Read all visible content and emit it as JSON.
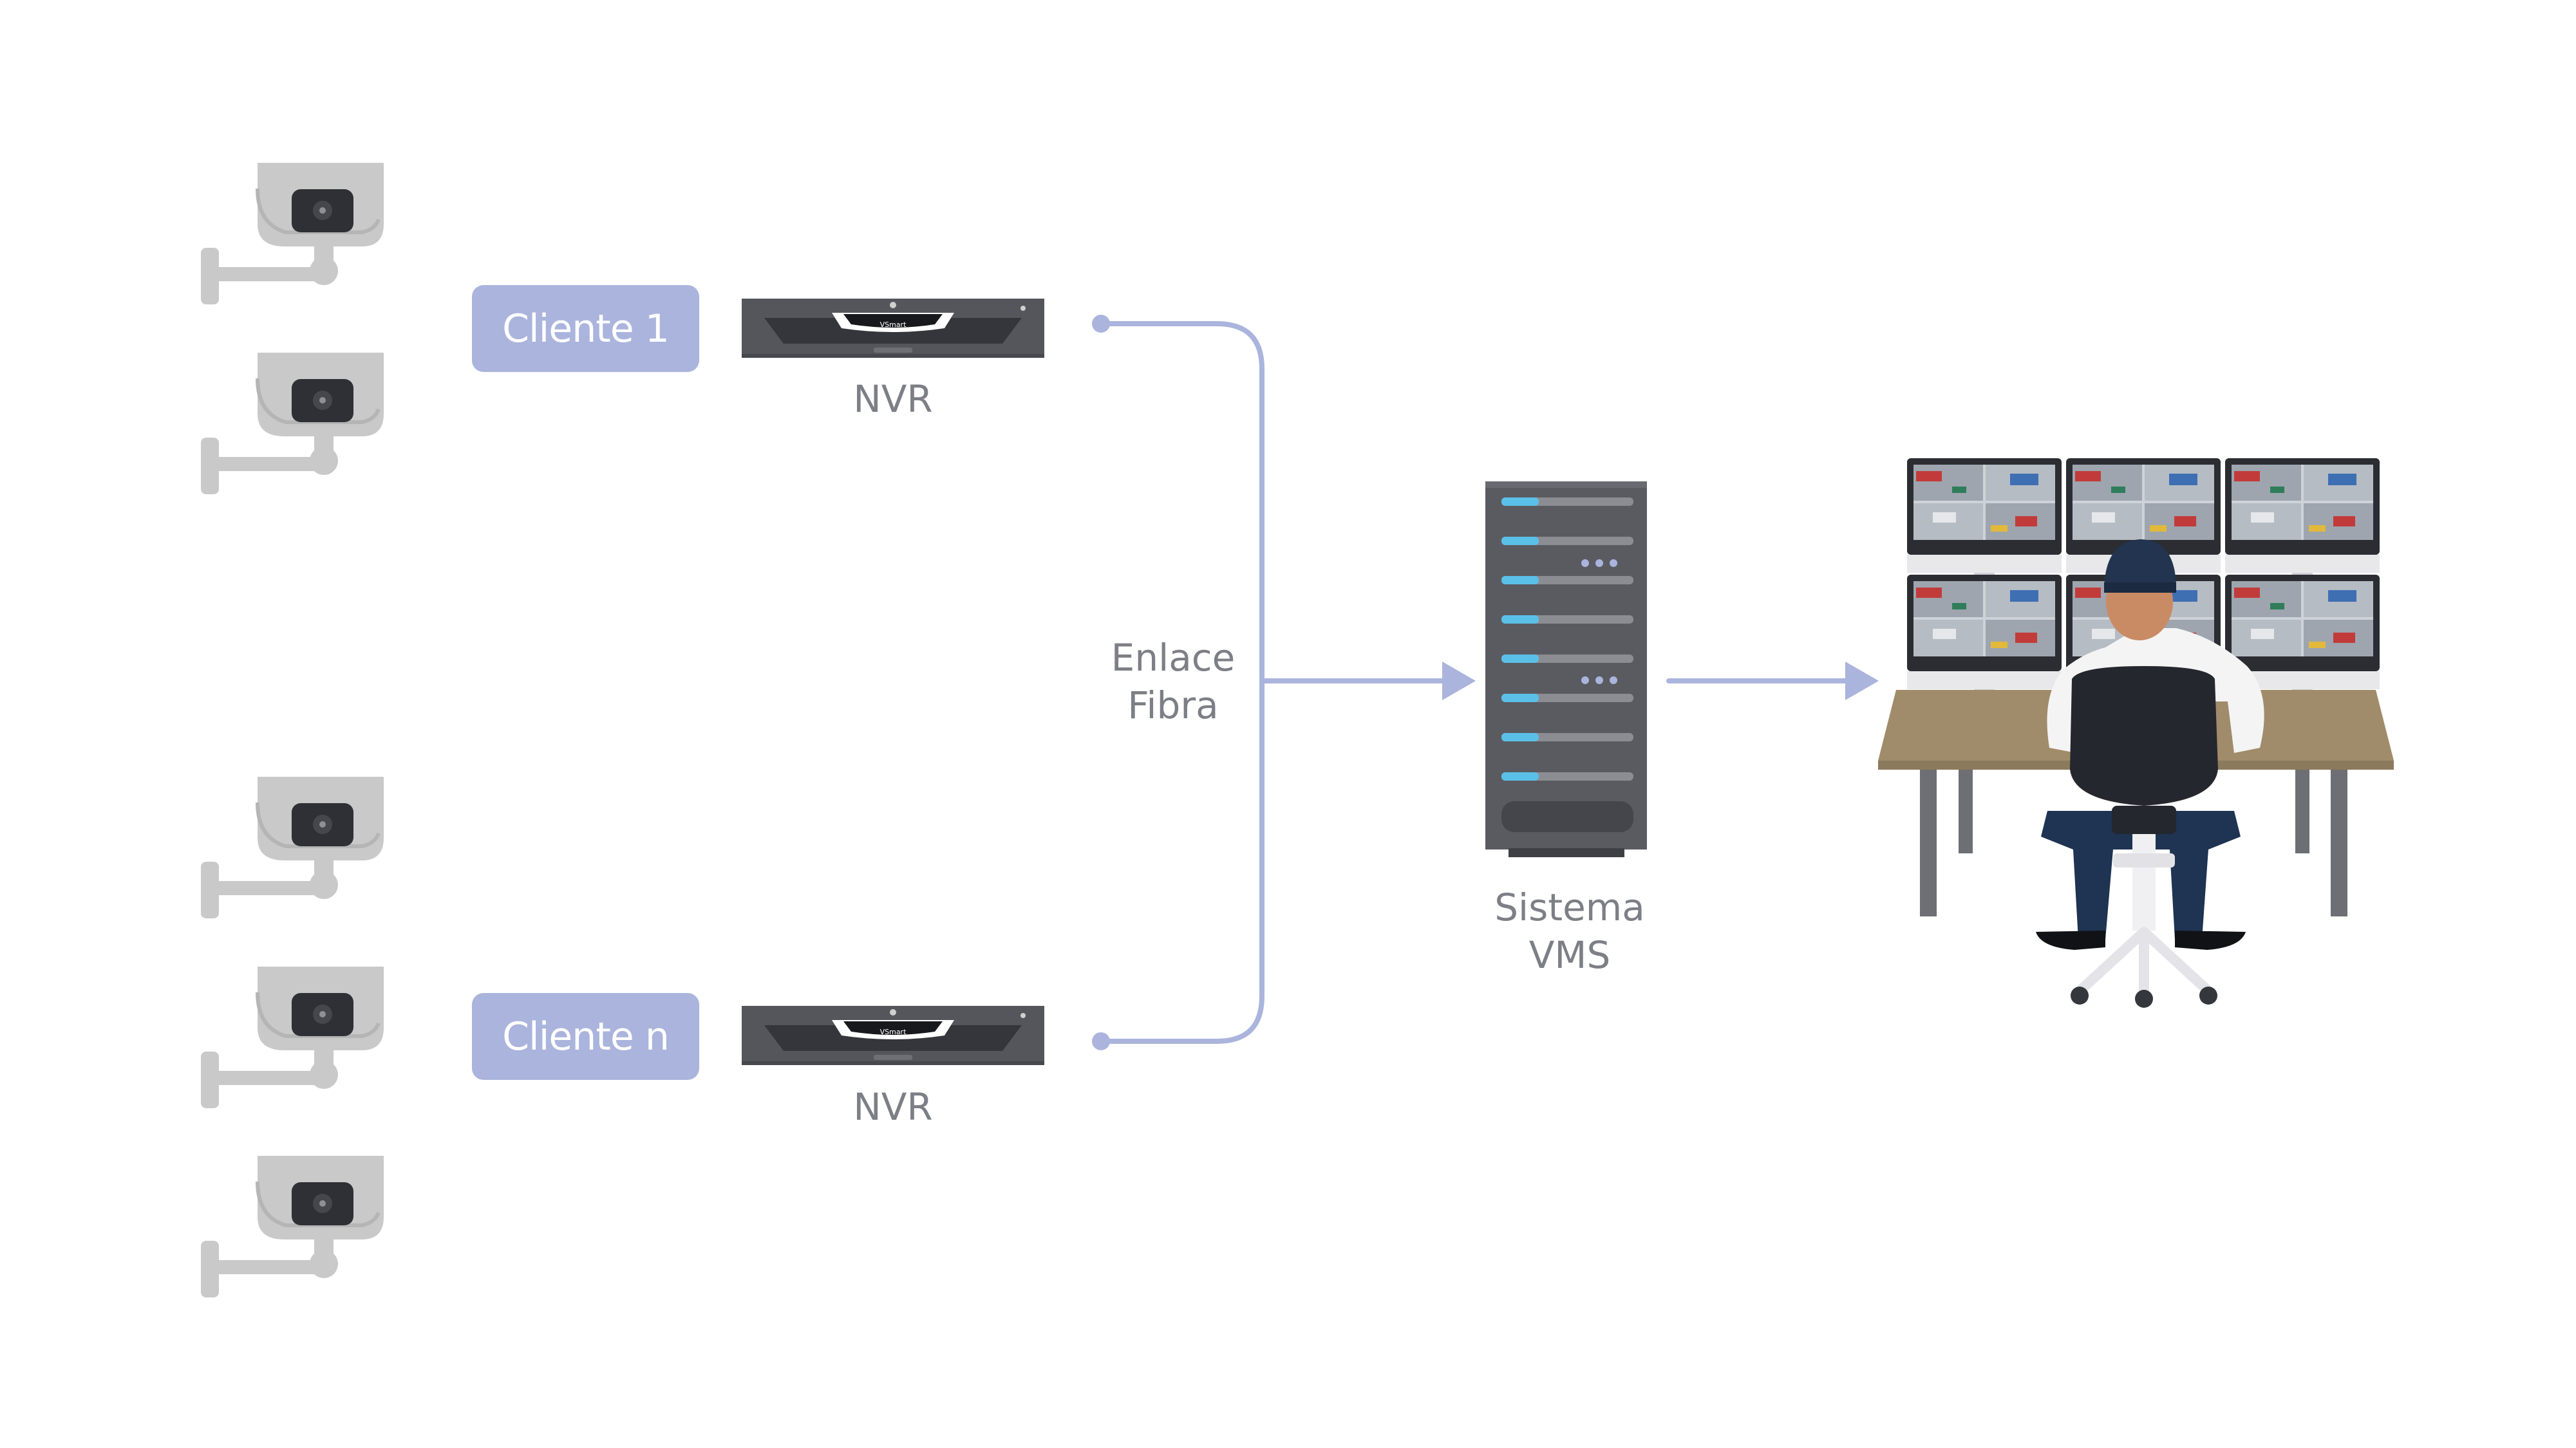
{
  "clients": [
    {
      "label": "Cliente 1"
    },
    {
      "label": "Cliente n"
    }
  ],
  "nvr_labels": [
    "NVR",
    "NVR"
  ],
  "link_label": {
    "line1": "Enlace",
    "line2": "Fibra"
  },
  "vms_label": {
    "line1": "Sistema",
    "line2": "VMS"
  },
  "nvr_brand": "VSmart",
  "colors": {
    "accent": "#aab4dc",
    "connector": "#aab4dc",
    "text": "#7d7f86",
    "camera_body": "#c9c9c9",
    "camera_lens": "#2f3035",
    "nvr_body": "#55565b",
    "server_body": "#5a5b61",
    "server_led": "#5bc0e8",
    "desk": "#a08c6a",
    "chair": "#25272e",
    "operator_pants": "#1f3352",
    "operator_cap": "#22344f",
    "operator_shirt": "#f4f4f4",
    "skin": "#c98b63"
  }
}
